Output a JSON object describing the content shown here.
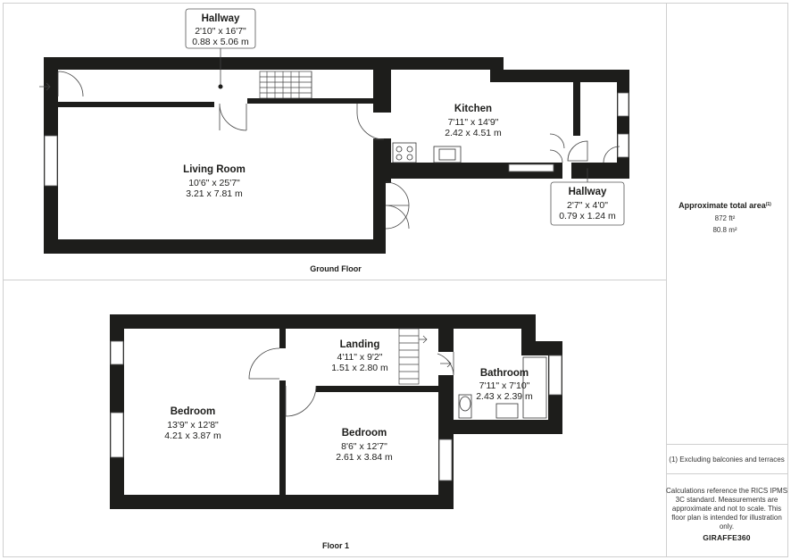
{
  "rooms": {
    "hallway_upper": {
      "name": "Hallway",
      "imperial": "2'10\" x 16'7\"",
      "metric": "0.88 x 5.06 m"
    },
    "living_room": {
      "name": "Living Room",
      "imperial": "10'6\" x 25'7\"",
      "metric": "3.21 x 7.81 m"
    },
    "kitchen": {
      "name": "Kitchen",
      "imperial": "7'11\" x 14'9\"",
      "metric": "2.42 x 4.51 m"
    },
    "hallway_lower": {
      "name": "Hallway",
      "imperial": "2'7\" x 4'0\"",
      "metric": "0.79 x 1.24 m"
    },
    "landing": {
      "name": "Landing",
      "imperial": "4'11\" x 9'2\"",
      "metric": "1.51 x 2.80 m"
    },
    "bathroom": {
      "name": "Bathroom",
      "imperial": "7'11\" x 7'10\"",
      "metric": "2.43 x 2.39 m"
    },
    "bedroom_left": {
      "name": "Bedroom",
      "imperial": "13'9\" x 12'8\"",
      "metric": "4.21 x 3.87 m"
    },
    "bedroom_right": {
      "name": "Bedroom",
      "imperial": "8'6\" x 12'7\"",
      "metric": "2.61 x 3.84 m"
    }
  },
  "floors": {
    "ground": "Ground Floor",
    "first": "Floor 1"
  },
  "sidebar": {
    "area_title": "Approximate total area",
    "area_footnote": "(1)",
    "area_sqft": "872 ft²",
    "area_sqm": "80.8 m²",
    "exclusion_note": "(1) Excluding balconies and terraces",
    "disclaimer": [
      "Calculations reference the RICS IPMS",
      "3C standard. Measurements are",
      "approximate and not to scale. This",
      "floor plan is intended for illustration",
      "only."
    ],
    "brand": "GIRAFFE360"
  }
}
